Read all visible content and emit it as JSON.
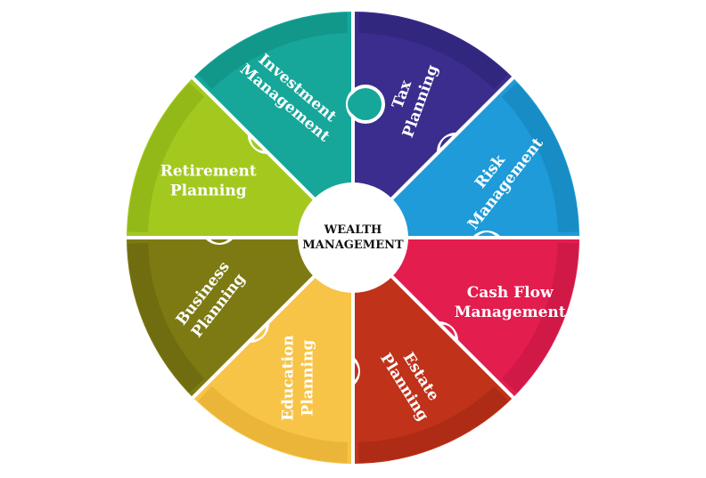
{
  "center": {
    "line1": "WEALTH",
    "line2": "MANAGEMENT"
  },
  "segments": [
    {
      "name": "tax-planning",
      "line1": "Tax",
      "line2": "Planning",
      "color": "#3a2d8e",
      "shade": "#2c2273"
    },
    {
      "name": "risk-management",
      "line1": "Risk",
      "line2": "Management",
      "color": "#1e9bd8",
      "shade": "#147fb4"
    },
    {
      "name": "cash-flow-management",
      "line1": "Cash Flow",
      "line2": "Management",
      "color": "#e31d4e",
      "shade": "#c1163f"
    },
    {
      "name": "estate-planning",
      "line1": "Estate",
      "line2": "Planning",
      "color": "#c0321a",
      "shade": "#9f2713"
    },
    {
      "name": "education-planning",
      "line1": "Education",
      "line2": "Planning",
      "color": "#f7c448",
      "shade": "#e0a92d"
    },
    {
      "name": "business-planning",
      "line1": "Business",
      "line2": "Planning",
      "color": "#7d7a14",
      "shade": "#66630c"
    },
    {
      "name": "retirement-planning",
      "line1": "Retirement",
      "line2": "Planning",
      "color": "#a3c91f",
      "shade": "#87ab12"
    },
    {
      "name": "investment-management",
      "line1": "Investment",
      "line2": "Management",
      "color": "#17a79a",
      "shade": "#0f8a7f"
    }
  ]
}
